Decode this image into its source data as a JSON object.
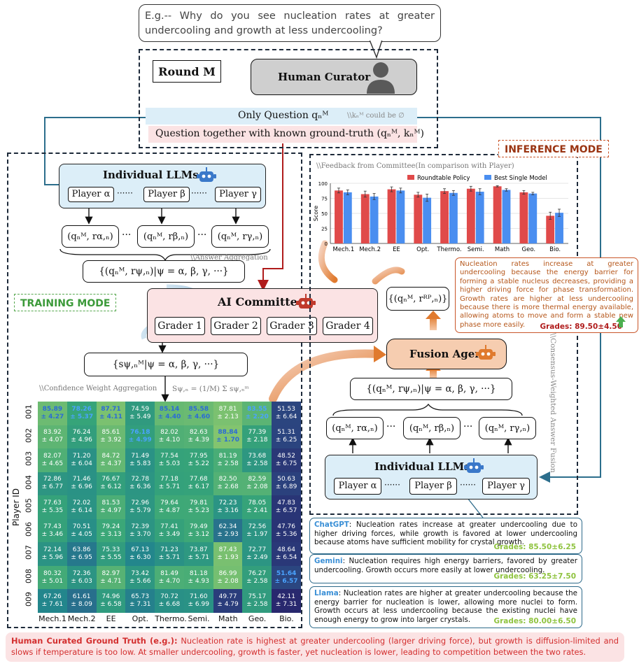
{
  "question_prompt": "E.g.-- Why do you see nucleation rates at greater undercooling and growth at less undercooling?",
  "round_label": "Round M",
  "human_curator": "Human Curator",
  "only_question": "Only Question qₙᴹ",
  "k_note": "\\\\kₙᴹ could be ∅",
  "question_with_truth": "Question together with known ground-truth (qₙᴹ, kₙᴹ)",
  "training_mode": "TRAINING MODE",
  "inference_mode": "INFERENCE MODE",
  "individual_llms": "Individual LLMs",
  "players": [
    "Player α",
    "Player β",
    "Player γ"
  ],
  "ellipsis": "······",
  "pair_alpha": "(qₙᴹ, rα,ₙ)",
  "pair_beta": "(qₙᴹ, rβ,ₙ)",
  "pair_gamma": "(qₙᴹ, rγ,ₙ)",
  "dots": "···",
  "answer_aggregation": "\\\\Answer Aggregation",
  "aggregate_set": "{(qₙᴹ, rψ,ₙ)|ψ = α, β, γ, ···}",
  "ai_committee": "AI Committee",
  "graders": [
    "Grader 1",
    "Grader 2",
    "Grader 3",
    "Grader 4"
  ],
  "score_set": "{sψ,ₙᴹ|ψ = α, β, γ, ···}",
  "confidence_agg": "\\\\Confidence Weight Aggregation",
  "formula": "Sψ,ₙ = (1/M) Σ sψ,ₙᵐ",
  "fusion_agent": "Fusion Agent",
  "rp_pair": "{(qₙᴹ, rᴿᴾ,ₙ)}",
  "consensus_label": "\\\\Consensus-Weighted Answer Fusion",
  "feedback_label": "\\\\Feedback from Committee(In comparison with Player)",
  "inference_answer": "Nucleation rates increase at greater undercooling because the energy barrier for forming a stable nucleus decreases, providing a higher driving force for phase transformation. Growth rates are higher at less undercooling because there is more thermal energy available, allowing atoms to move and form a stable new phase more easily.",
  "inference_grade": "Grades: 89.50±4.50",
  "chatgpt_name": "ChatGPT",
  "chatgpt_answer": ": Nucleation rates increase at greater undercooling due to higher driving forces, while growth is favored at lower undercooling because atoms have sufficient mobility for crystal growth.",
  "chatgpt_grade": "Grades: 85.50±6.25",
  "gemini_name": "Gemini",
  "gemini_answer": ": Nucleation requires high energy barriers, favored by greater undercooling. Growth occurs more easily at lower undercooling.",
  "gemini_grade": "Grades: 63.25±7.50",
  "llama_name": "Llama",
  "llama_answer": ": Nucleation rates are higher at greater undercooling because the energy barrier for nucleation is lower, allowing more nuclei to form. Growth occurs at less undercooling because the existing nuclei have enough energy to grow into larger crystals.",
  "llama_grade": "Grades: 80.00±6.50",
  "ground_truth_label": "Human Curated Ground Truth (e.g.):",
  "ground_truth_text": " Nucleation rate is highest at greater undercooling (larger driving force), but growth is diffusion-limited and slows if temperature is too low. At smaller undercooling, growth is faster, yet nucleation is lower, leading to competition between the two rates.",
  "colors": {
    "red": "#e04a4a",
    "blue": "#4a8ef0",
    "accent": "#e07a2e",
    "dash": "#1d2a3a",
    "maroon": "#b01c1c"
  },
  "chart_data": {
    "type": "bar",
    "categories": [
      "Mech.1",
      "Mech.2",
      "EE",
      "Opt.",
      "Thermo.",
      "Semi.",
      "Math",
      "Geo.",
      "Bio."
    ],
    "series": [
      {
        "name": "Roundtable Policy",
        "values": [
          88,
          82,
          90,
          81,
          87,
          91,
          95,
          85,
          46
        ]
      },
      {
        "name": "Best Single Model",
        "values": [
          85,
          78,
          88,
          76,
          84,
          86,
          89,
          83,
          51
        ]
      }
    ],
    "errors": [
      [
        4,
        4
      ],
      [
        5,
        5
      ],
      [
        4,
        4
      ],
      [
        4,
        6
      ],
      [
        4,
        4
      ],
      [
        4,
        5
      ],
      [
        1,
        2
      ],
      [
        3,
        2
      ],
      [
        6,
        6
      ]
    ],
    "xlabel": "",
    "ylabel": "Score",
    "ylim": [
      0,
      100
    ],
    "yticks": [
      0,
      25,
      50,
      75,
      100
    ],
    "legend": "top"
  },
  "heatmap": {
    "ylabel": "Player ID",
    "rows": [
      "001",
      "002",
      "003",
      "004",
      "005",
      "006",
      "007",
      "008",
      "009"
    ],
    "cols": [
      "Mech.1",
      "Mech.2",
      "EE",
      "Opt.",
      "Thermo.",
      "Semi.",
      "Math",
      "Geo.",
      "Bio."
    ],
    "means": [
      [
        85.89,
        78.26,
        87.71,
        74.59,
        85.14,
        85.58,
        87.81,
        83.55,
        51.53
      ],
      [
        83.92,
        76.24,
        85.61,
        76.18,
        82.02,
        82.63,
        88.84,
        77.39,
        51.31
      ],
      [
        82.07,
        71.2,
        84.72,
        71.49,
        77.54,
        77.95,
        81.19,
        73.68,
        48.52
      ],
      [
        72.86,
        71.46,
        76.67,
        72.78,
        77.18,
        77.68,
        82.5,
        82.59,
        50.63
      ],
      [
        77.63,
        72.02,
        81.53,
        72.96,
        79.64,
        79.81,
        72.23,
        78.05,
        47.83
      ],
      [
        77.43,
        70.51,
        79.24,
        72.39,
        77.41,
        79.49,
        62.34,
        72.56,
        47.76
      ],
      [
        72.14,
        63.86,
        75.33,
        67.13,
        71.23,
        73.87,
        87.43,
        72.77,
        48.64
      ],
      [
        80.32,
        72.36,
        82.97,
        73.42,
        81.49,
        81.18,
        86.99,
        76.27,
        51.64
      ],
      [
        67.26,
        61.61,
        74.96,
        65.73,
        70.72,
        71.6,
        49.77,
        75.17,
        42.11
      ]
    ],
    "stds": [
      [
        "4.27",
        "5.37",
        "4.11",
        "5.49",
        "4.40",
        "4.60",
        "2.13",
        "2.20",
        "6.64"
      ],
      [
        "4.07",
        "4.96",
        "3.92",
        "4.99",
        "4.10",
        "4.39",
        "1.70",
        "2.18",
        "6.25"
      ],
      [
        "4.65",
        "6.04",
        "4.37",
        "5.83",
        "5.03",
        "5.22",
        "2.58",
        "2.58",
        "6.75"
      ],
      [
        "6.77",
        "6.96",
        "6.12",
        "6.36",
        "5.71",
        "6.17",
        "2.68",
        "2.08",
        "6.89"
      ],
      [
        "5.35",
        "6.14",
        "4.97",
        "5.79",
        "4.87",
        "5.23",
        "3.16",
        "2.41",
        "6.57"
      ],
      [
        "3.46",
        "4.05",
        "3.13",
        "3.70",
        "3.49",
        "3.12",
        "2.93",
        "1.97",
        "5.36"
      ],
      [
        "5.96",
        "6.95",
        "5.55",
        "6.30",
        "5.71",
        "5.71",
        "1.93",
        "2.49",
        "6.54"
      ],
      [
        "5.01",
        "6.03",
        "4.71",
        "5.66",
        "4.70",
        "4.93",
        "2.08",
        "2.58",
        "6.57"
      ],
      [
        "7.61",
        "8.09",
        "6.58",
        "7.31",
        "6.68",
        "6.99",
        "4.79",
        "2.58",
        "7.31"
      ]
    ],
    "best": [
      [
        0,
        0
      ],
      [
        0,
        1
      ],
      [
        0,
        2
      ],
      [
        1,
        3
      ],
      [
        0,
        4
      ],
      [
        0,
        5
      ],
      [
        1,
        6
      ],
      [
        0,
        7
      ],
      [
        7,
        8
      ]
    ]
  }
}
